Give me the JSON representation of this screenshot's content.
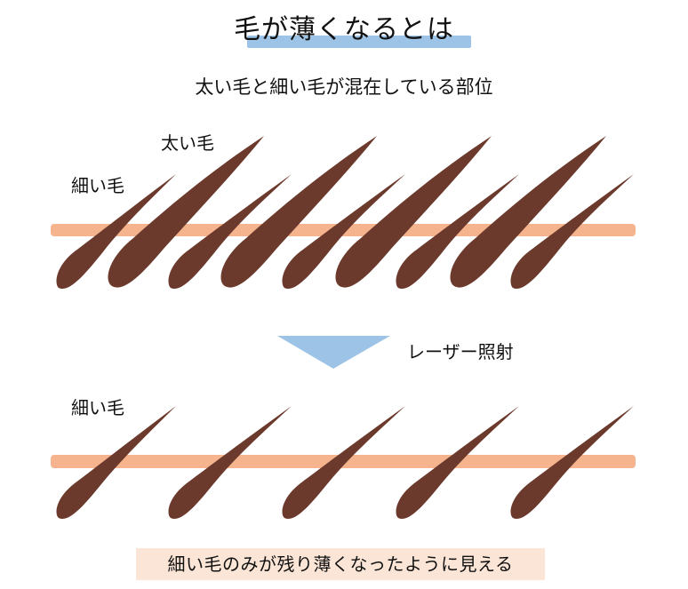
{
  "title": "毛が薄くなるとは",
  "subtitle": "太い毛と細い毛が混在している部位",
  "labels": {
    "thick_hair": "太い毛",
    "thin_hair_top": "細い毛",
    "laser": "レーザー照射",
    "thin_hair_bottom": "細い毛"
  },
  "bottom_note": "細い毛のみが残り薄くなったように見える",
  "colors": {
    "hair": "#6b3a2c",
    "skin_line": "#f5b48d",
    "arrow": "#9dc3e6",
    "title_highlight": "#9dc3e6",
    "note_background": "#fbe5d6",
    "text": "#111111"
  }
}
